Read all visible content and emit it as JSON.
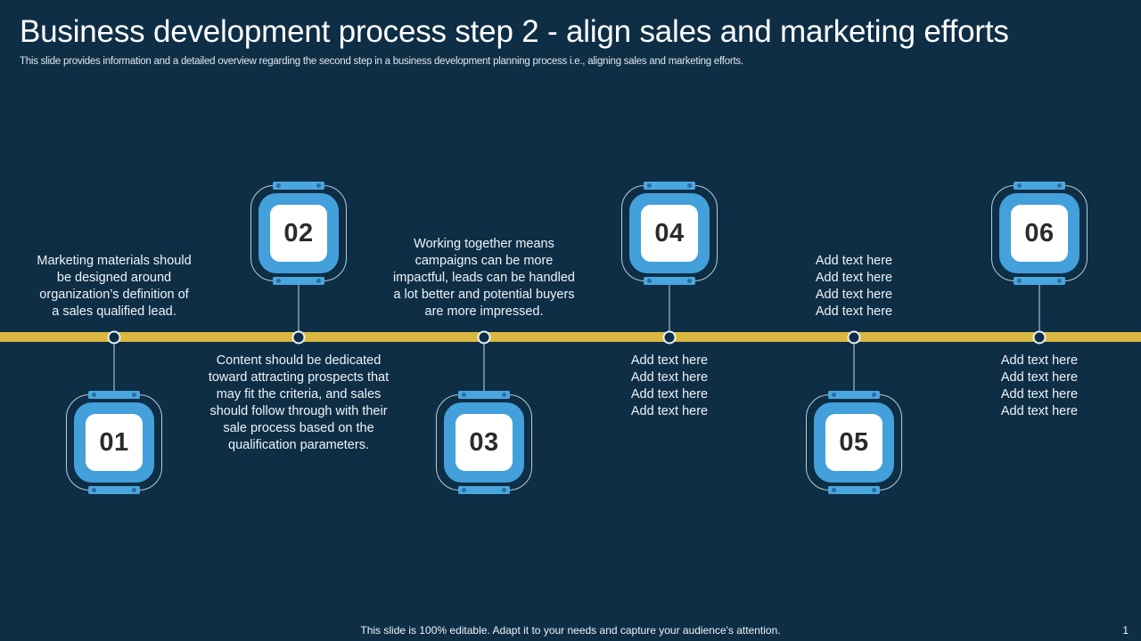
{
  "slide": {
    "title": "Business development process step 2 - align sales and marketing efforts",
    "subtitle": "This slide provides information and a detailed overview regarding the second step in a business development planning process i.e., aligning sales and marketing efforts.",
    "footer": "This slide is 100% editable. Adapt it to your needs and capture your audience's attention.",
    "page_number": "1"
  },
  "theme": {
    "background": "#0e2e46",
    "timeline": "#d9b740",
    "accent_blue": "#43a0db",
    "tab_blue": "#4aa6de",
    "ring": "#b9cbd8",
    "text": "#eef4f8",
    "number_color": "#2b2b2b"
  },
  "steps": [
    {
      "number": "01",
      "position": "below",
      "lines": [
        "Marketing materials should",
        "be designed around",
        "organization’s definition of",
        "a sales qualified lead."
      ]
    },
    {
      "number": "02",
      "position": "above",
      "lines": [
        "Content should be dedicated",
        "toward attracting prospects that",
        "may fit the criteria, and sales",
        "should follow through with their",
        "sale process based on the",
        "qualification parameters."
      ]
    },
    {
      "number": "03",
      "position": "below",
      "lines": [
        "Working together means",
        "campaigns can be more",
        "impactful, leads can be handled",
        "a lot better and potential buyers",
        "are more impressed."
      ]
    },
    {
      "number": "04",
      "position": "above",
      "lines": [
        "Add text here",
        "Add text here",
        "Add text here",
        "Add text here"
      ]
    },
    {
      "number": "05",
      "position": "below",
      "lines": [
        "Add text here",
        "Add text here",
        "Add text here",
        "Add text here"
      ]
    },
    {
      "number": "06",
      "position": "above",
      "lines": [
        "Add text here",
        "Add text here",
        "Add text here",
        "Add text here"
      ]
    }
  ]
}
